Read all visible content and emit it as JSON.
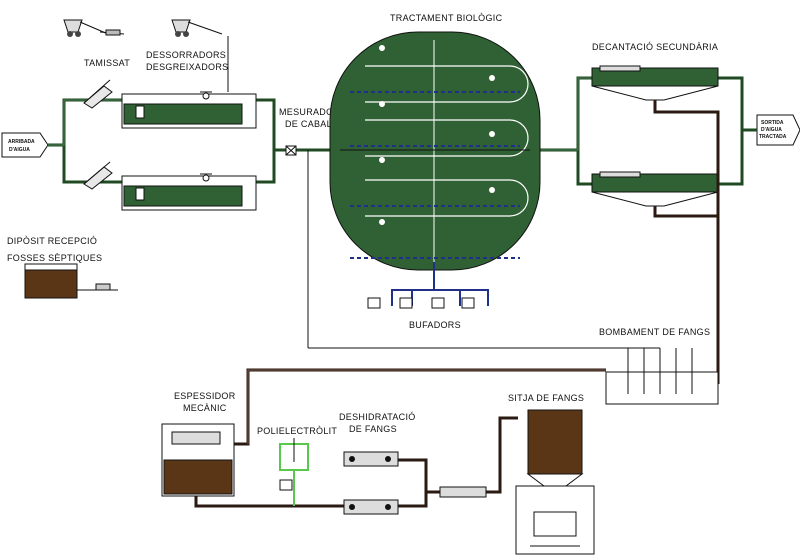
{
  "labels": {
    "tractament_biologic": "TRACTAMENT BIOLÒGIC",
    "tamissat": "TAMISSAT",
    "dessorradors_1": "DESSORRADORS",
    "dessorradors_2": "DESGREIXADORS",
    "mesurador_1": "MESURADOR",
    "mesurador_2": "DE CABAL",
    "decantacio": "DECANTACIÓ SECUNDÀRIA",
    "entrada_1": "ARRIBADA",
    "entrada_2": "D'AIGUA",
    "sortida_1": "SORTIDA",
    "sortida_2": "D'AIGUA",
    "sortida_3": "TRACTADA",
    "diposit_1": "DIPÒSIT RECEPCIÓ",
    "diposit_2": "FOSSES SÈPTIQUES",
    "bufadors": "BUFADORS",
    "bombament": "BOMBAMENT DE FANGS",
    "espessidor_1": "ESPESSIDOR",
    "espessidor_2": "MECÀNIC",
    "polielectrolit": "POLIELECTRÒLIT",
    "deshidratacio_1": "DESHIDRATACIÓ",
    "deshidratacio_2": "DE FANGS",
    "sitja": "SITJA DE FANGS"
  },
  "colors": {
    "water_tank": "#2f6134",
    "sludge": "#5b3616",
    "water_pipe": "#1f4a22",
    "sludge_pipe": "#2a1a12",
    "air_pipe": "#1f2f8a",
    "polymer": "#58c94a"
  }
}
